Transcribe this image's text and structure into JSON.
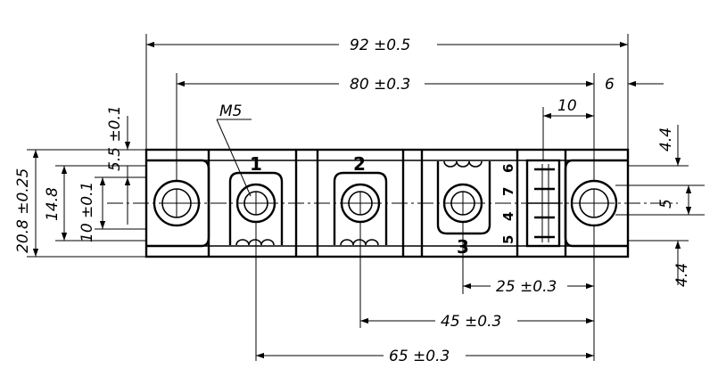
{
  "dimensions": {
    "overall_length": "92 ±0.5",
    "mount_hole_spacing": "80 ±0.3",
    "end_offset": "6",
    "aux_width": "10",
    "thread": "M5",
    "overall_height": "20.8 ±0.25",
    "height_inner": "14.8",
    "height_center": "10 ±0.1",
    "top_offset": "5.5 ±0.1",
    "right_top": "4.4",
    "right_mid": "5",
    "right_bottom": "4.4",
    "spacing_25": "25 ±0.3",
    "spacing_45": "45 ±0.3",
    "spacing_65": "65 ±0.3"
  },
  "terminals": {
    "t1": "1",
    "t2": "2",
    "t3": "3"
  },
  "aux_pins": {
    "p6": "6",
    "p7": "7",
    "p4": "4",
    "p5": "5"
  }
}
